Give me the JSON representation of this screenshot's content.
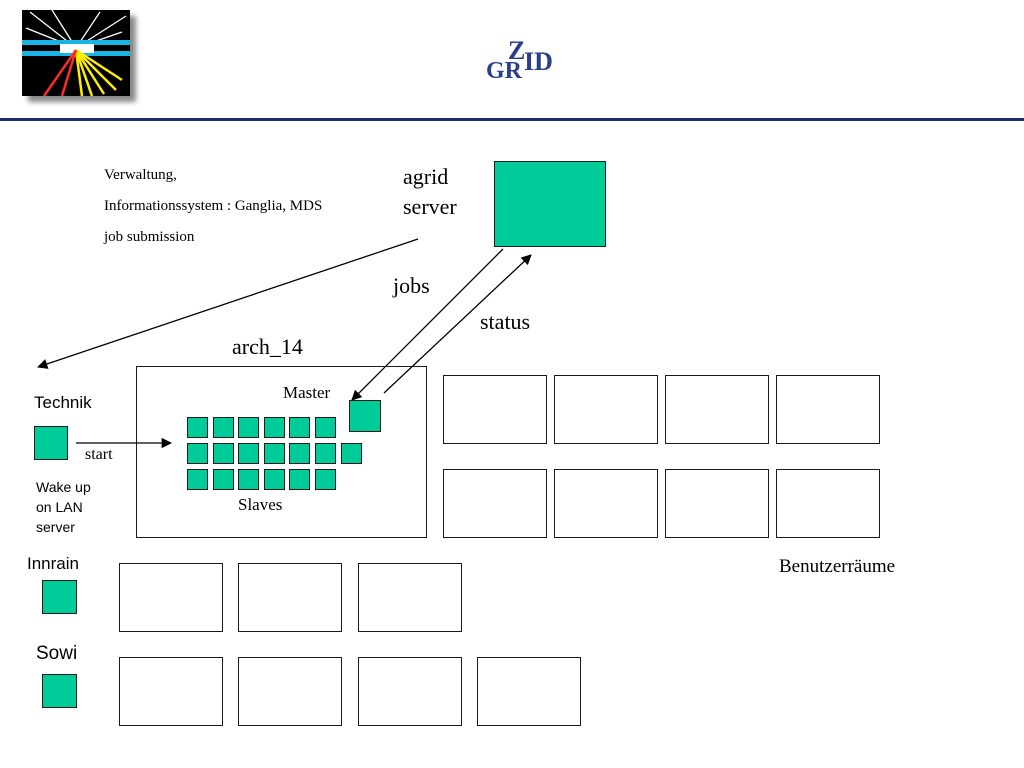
{
  "header": {
    "logo_letters": {
      "top": "Z",
      "bottom_left": "GR",
      "right": "ID"
    }
  },
  "notes": {
    "line1": "Verwaltung,",
    "line2": "Informationssystem : Ganglia, MDS",
    "line3": "job submission"
  },
  "server": {
    "label_line1": "agrid",
    "label_line2": "server"
  },
  "arrows": {
    "jobs": "jobs",
    "status": "status",
    "start": "start"
  },
  "cluster": {
    "name": "arch_14",
    "master": "Master",
    "slaves": "Slaves",
    "slave_count": 19
  },
  "technik": {
    "label": "Technik",
    "wol_line1": "Wake up",
    "wol_line2": "on LAN",
    "wol_line3": "server"
  },
  "sites": {
    "innrain": "Innrain",
    "sowi": "Sowi"
  },
  "rooms_label": "Benutzerräume",
  "colors": {
    "node": "#00cc99",
    "rule": "#1f2d6b",
    "logo_text": "#2a3f8a"
  }
}
